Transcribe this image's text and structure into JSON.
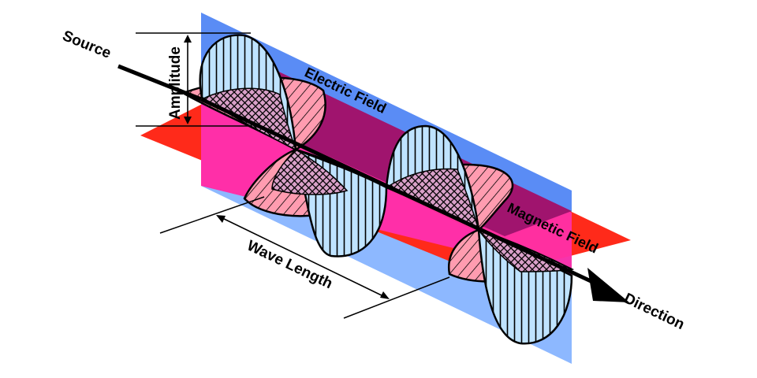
{
  "labels": {
    "source": "Source",
    "amplitude": "Amplitude",
    "electric_field": "Electric Field",
    "magnetic_field": "Magnetic Field",
    "wave_length": "Wave Length",
    "direction": "Direction"
  },
  "colors": {
    "electric_plane": "#5a8cf5",
    "electric_plane_light": "#8db8ff",
    "magnetic_plane_red": "#ff2a1a",
    "magnetic_plane_pink": "#ff2fa8",
    "overlap": "#a0146e",
    "electric_wave_fill": "#bfe3ff",
    "magnetic_wave_fill": "#ff9cb0",
    "ink": "#000000"
  }
}
